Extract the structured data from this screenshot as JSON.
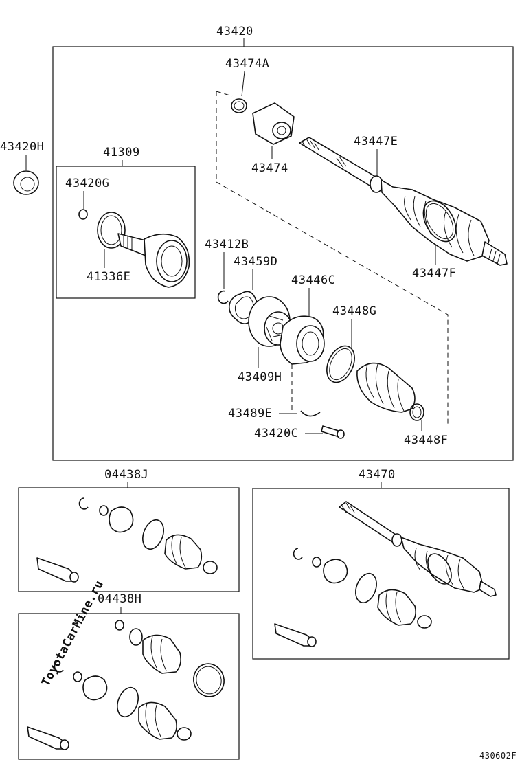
{
  "watermark": "ToyotaCarMine.ru",
  "figure_code": "430602F",
  "assembly": {
    "number": "43420",
    "parts": {
      "p43474A": "43474A",
      "p43474": "43474",
      "p43447E": "43447E",
      "p43447F": "43447F",
      "p43412B": "43412B",
      "p43459D": "43459D",
      "p43446C": "43446C",
      "p43448G": "43448G",
      "p43409H": "43409H",
      "p43489E": "43489E",
      "p43420C": "43420C",
      "p43448F": "43448F"
    }
  },
  "separate_part": "43420H",
  "subassembly_41309": {
    "number": "41309",
    "parts": {
      "p43420G": "43420G",
      "p41336E": "41336E"
    }
  },
  "kit_04438J": {
    "number": "04438J"
  },
  "kit_04438H": {
    "number": "04438H"
  },
  "kit_43470": {
    "number": "43470"
  }
}
